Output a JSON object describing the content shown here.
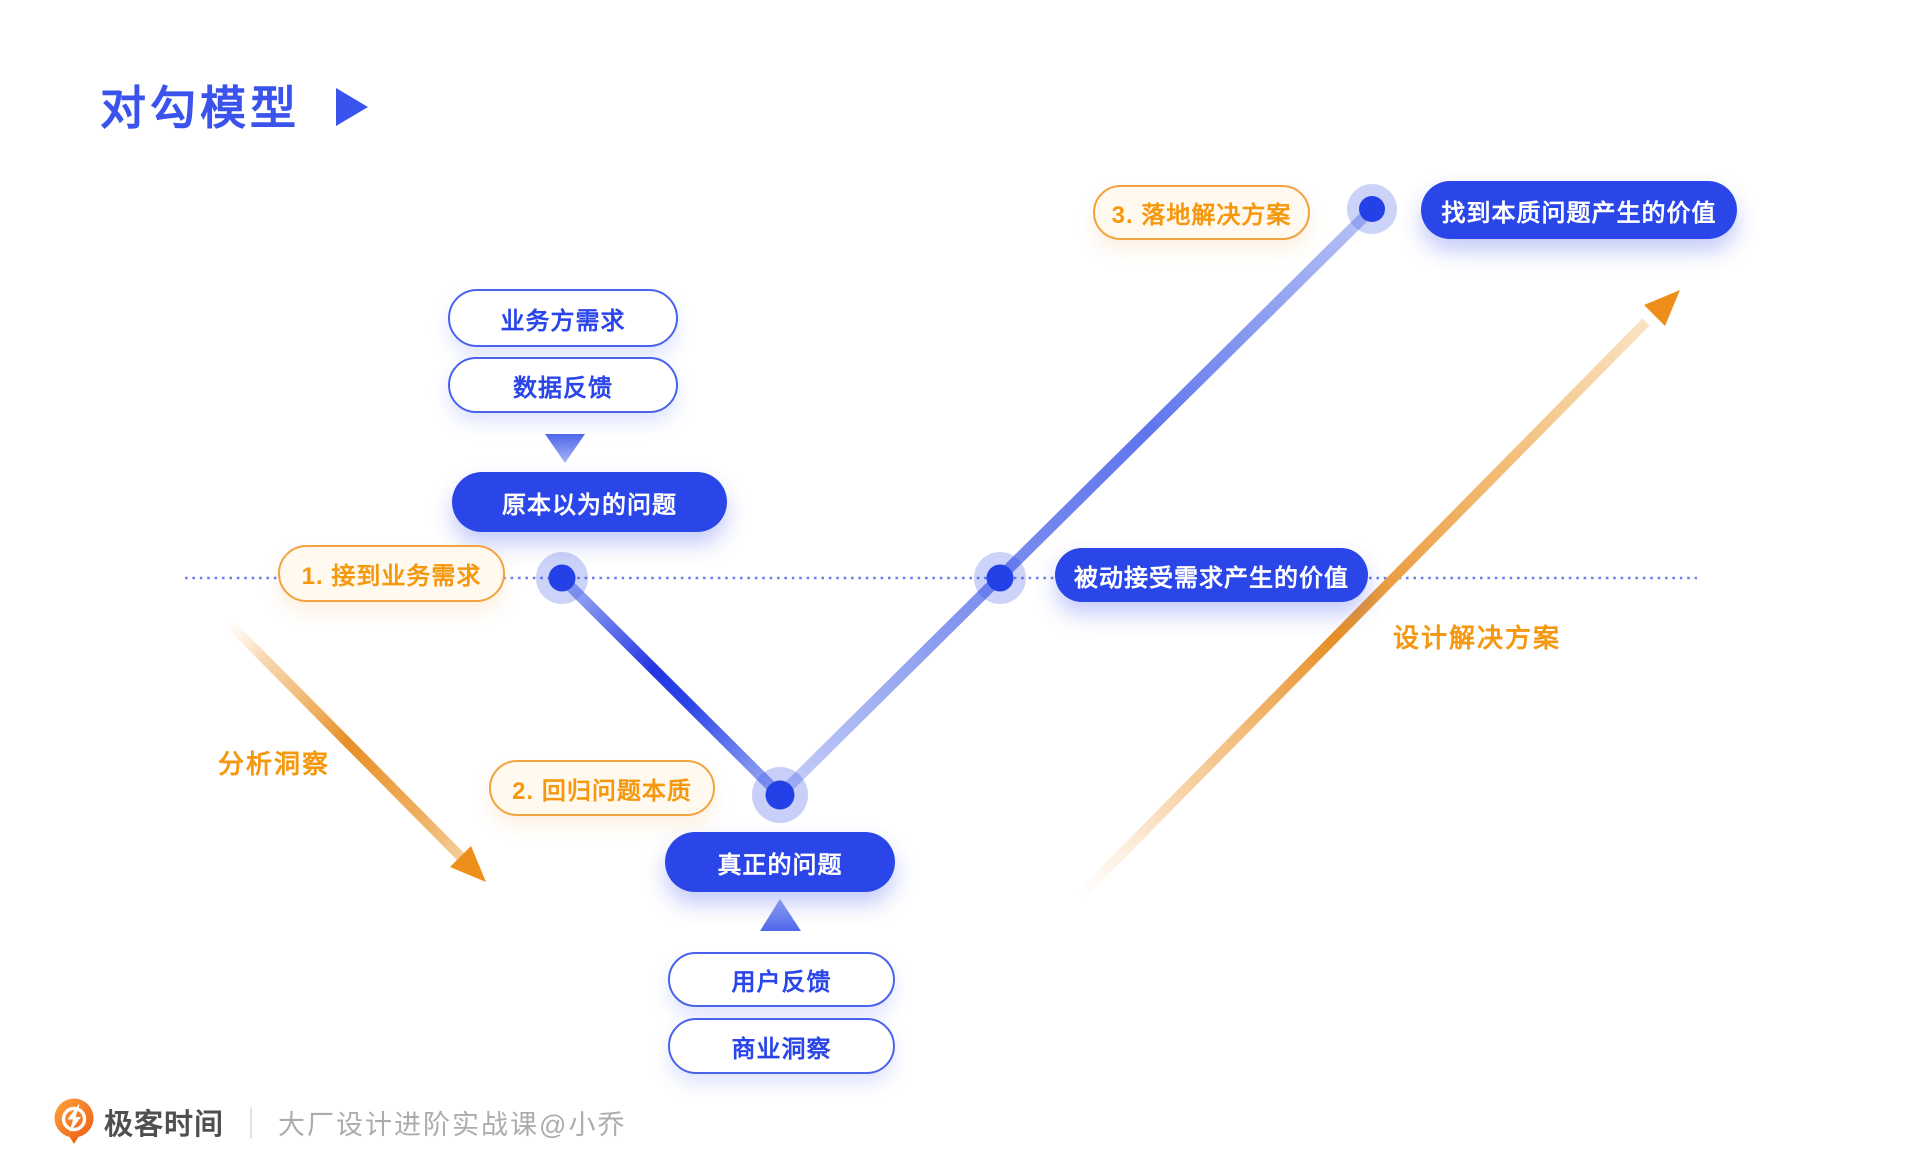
{
  "title": {
    "text": "对勾模型"
  },
  "diagram": {
    "stages": [
      {
        "label": "1. 接到业务需求"
      },
      {
        "label": "2. 回归问题本质"
      },
      {
        "label": "3. 落地解决方案"
      }
    ],
    "inputs_top": [
      "业务方需求",
      "数据反馈"
    ],
    "assumed_problem": "原本以为的问题",
    "real_problem": "真正的问题",
    "inputs_bottom": [
      "用户反馈",
      "商业洞察"
    ],
    "value_passive": "被动接受需求产生的价值",
    "value_found": "找到本质问题产生的价值",
    "analysis_label": "分析洞察",
    "design_label": "设计解决方案"
  },
  "footer": {
    "brand": "极客时间",
    "divider": "｜",
    "course": "大厂设计进阶实战课@小乔"
  },
  "colors": {
    "primary_blue": "#2B46E8",
    "title_blue": "#3A53EC",
    "light_blue_line": "#AFBDF6",
    "orange": "#EE8F1C",
    "orange_text": "#F6980D",
    "orange_pill_bg": "#FFF9EF",
    "dotted_axis": "#4A5FE8"
  }
}
